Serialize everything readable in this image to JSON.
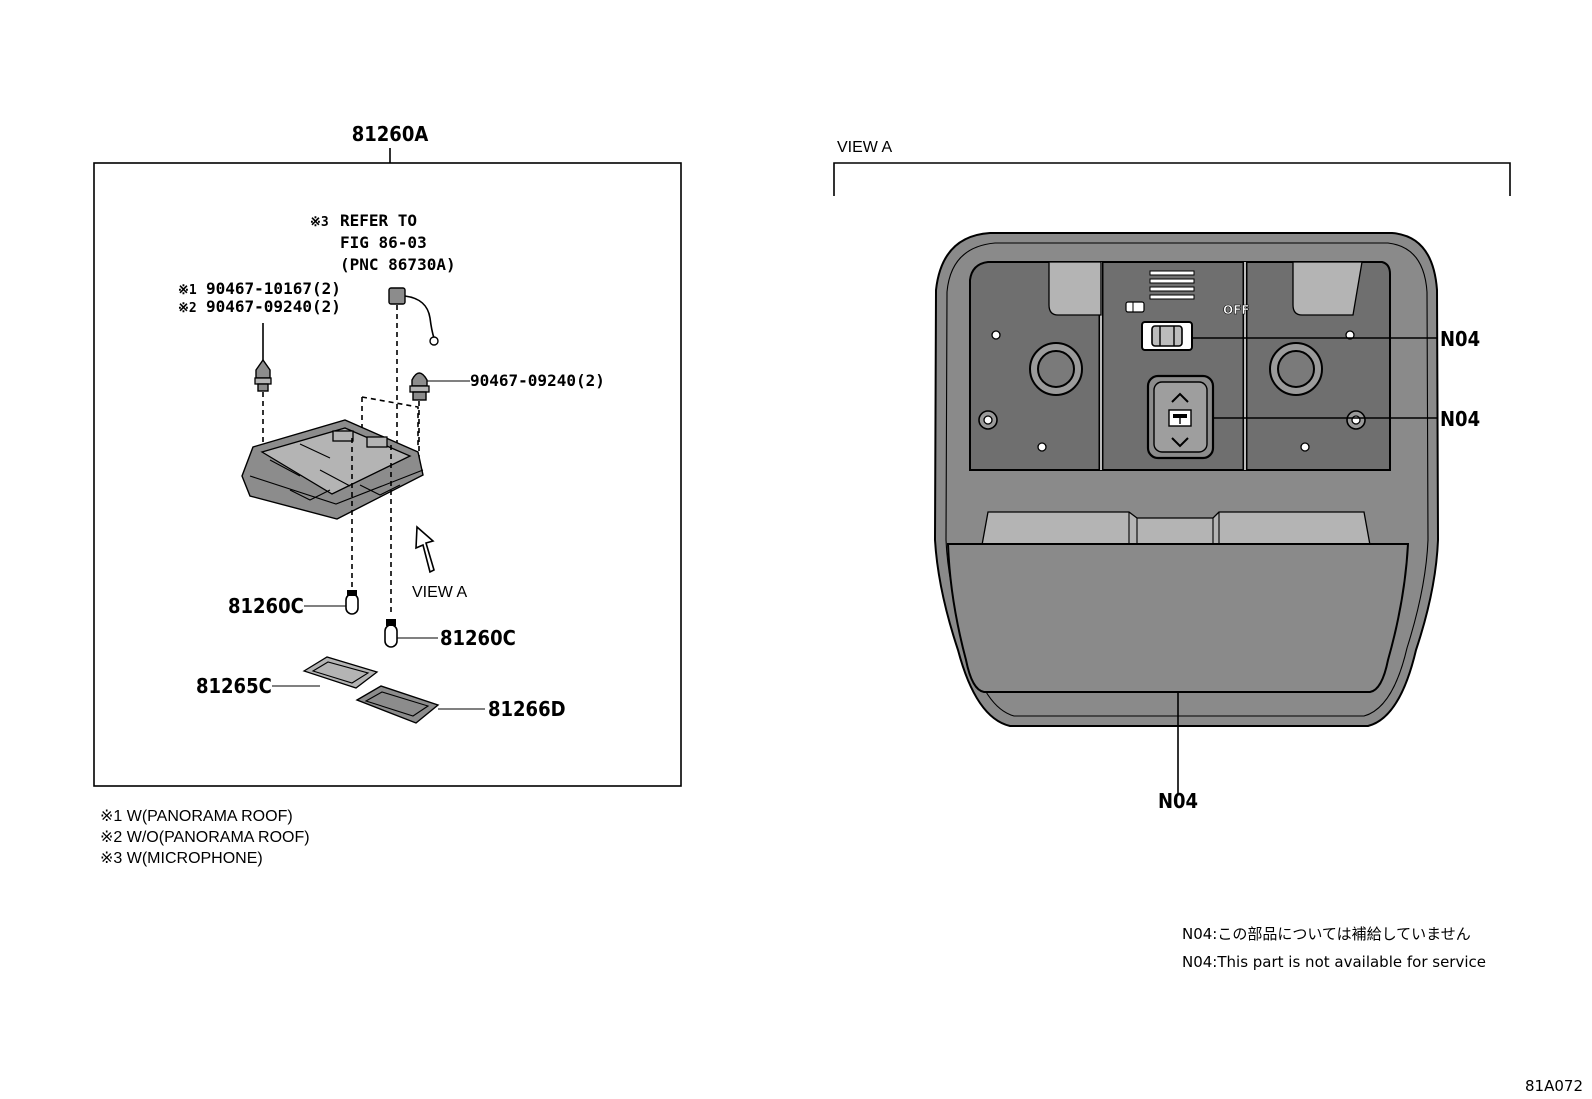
{
  "left_figure": {
    "assembly_part": "81260A",
    "refer_note": {
      "mark": "※3",
      "line1": "REFER TO",
      "line2": "FIG 86-03",
      "line3": "(PNC 86730A)"
    },
    "screw_labels": {
      "line1_mark": "※1",
      "line1_part": "90467-10167(2)",
      "line2_mark": "※2",
      "line2_part": "90467-09240(2)"
    },
    "clip_right": "90467-09240(2)",
    "bulb_left": "81260C",
    "bulb_right": "81260C",
    "lens_left": "81265C",
    "lens_right": "81266D",
    "view_label": "VIEW A"
  },
  "footnotes": [
    "※1 W(PANORAMA ROOF)",
    "※2 W/O(PANORAMA ROOF)",
    "※3 W(MICROPHONE)"
  ],
  "right_figure": {
    "view_title": "VIEW A",
    "off_label": "OFF",
    "callout_switch": "N04",
    "callout_button": "N04",
    "callout_bottom": "N04"
  },
  "service_note": {
    "jp": "N04:この部品については補給していません",
    "en": "N04:This part is not available for service"
  },
  "figure_id": "81A072"
}
